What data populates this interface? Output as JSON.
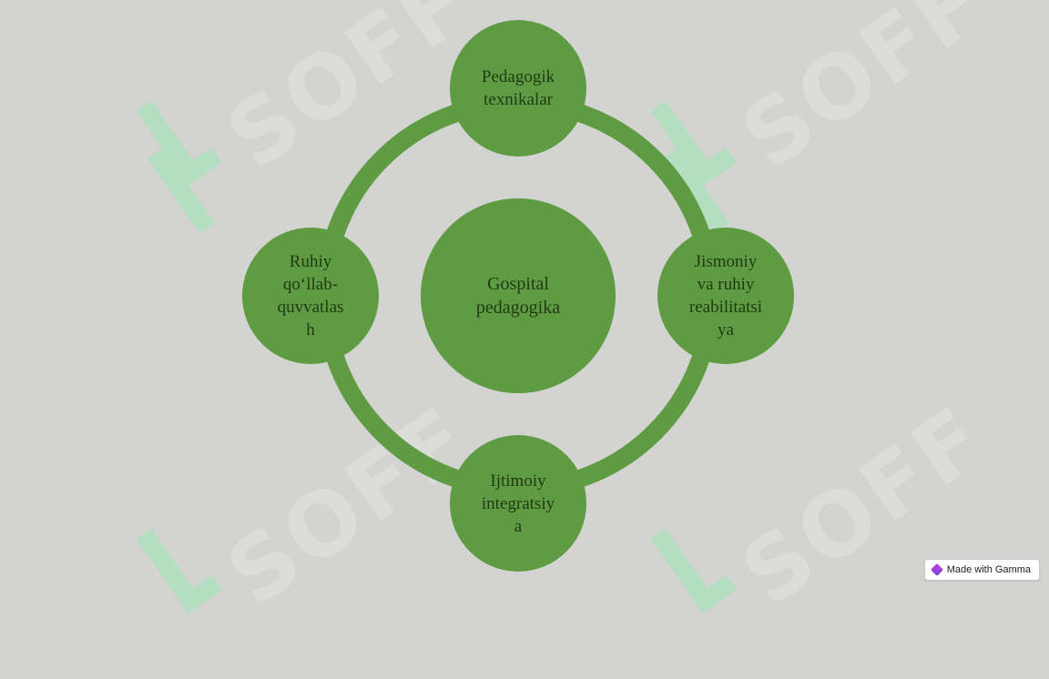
{
  "diagram": {
    "center": "Gospital\npedagogika",
    "top": "Pedagogik\ntexnikalar",
    "right": "Jismoniy\nva ruhiy\nreabilitatsi\nya",
    "bottom": "Ijtimoiy\nintegratsiy\na",
    "left": "Ruhiy\nqo‘llab-\nquvvatlas\nh"
  },
  "colors": {
    "background": "#d3d3d1",
    "node_fill": "#5e9b43",
    "ring_stroke": "#5e9b43",
    "label_text": "#1f3a12",
    "watermark": "#ffffff"
  },
  "watermark": {
    "text": "SOFF"
  },
  "badge": {
    "label": "Made with Gamma",
    "icon": "gamma-logo-icon"
  }
}
